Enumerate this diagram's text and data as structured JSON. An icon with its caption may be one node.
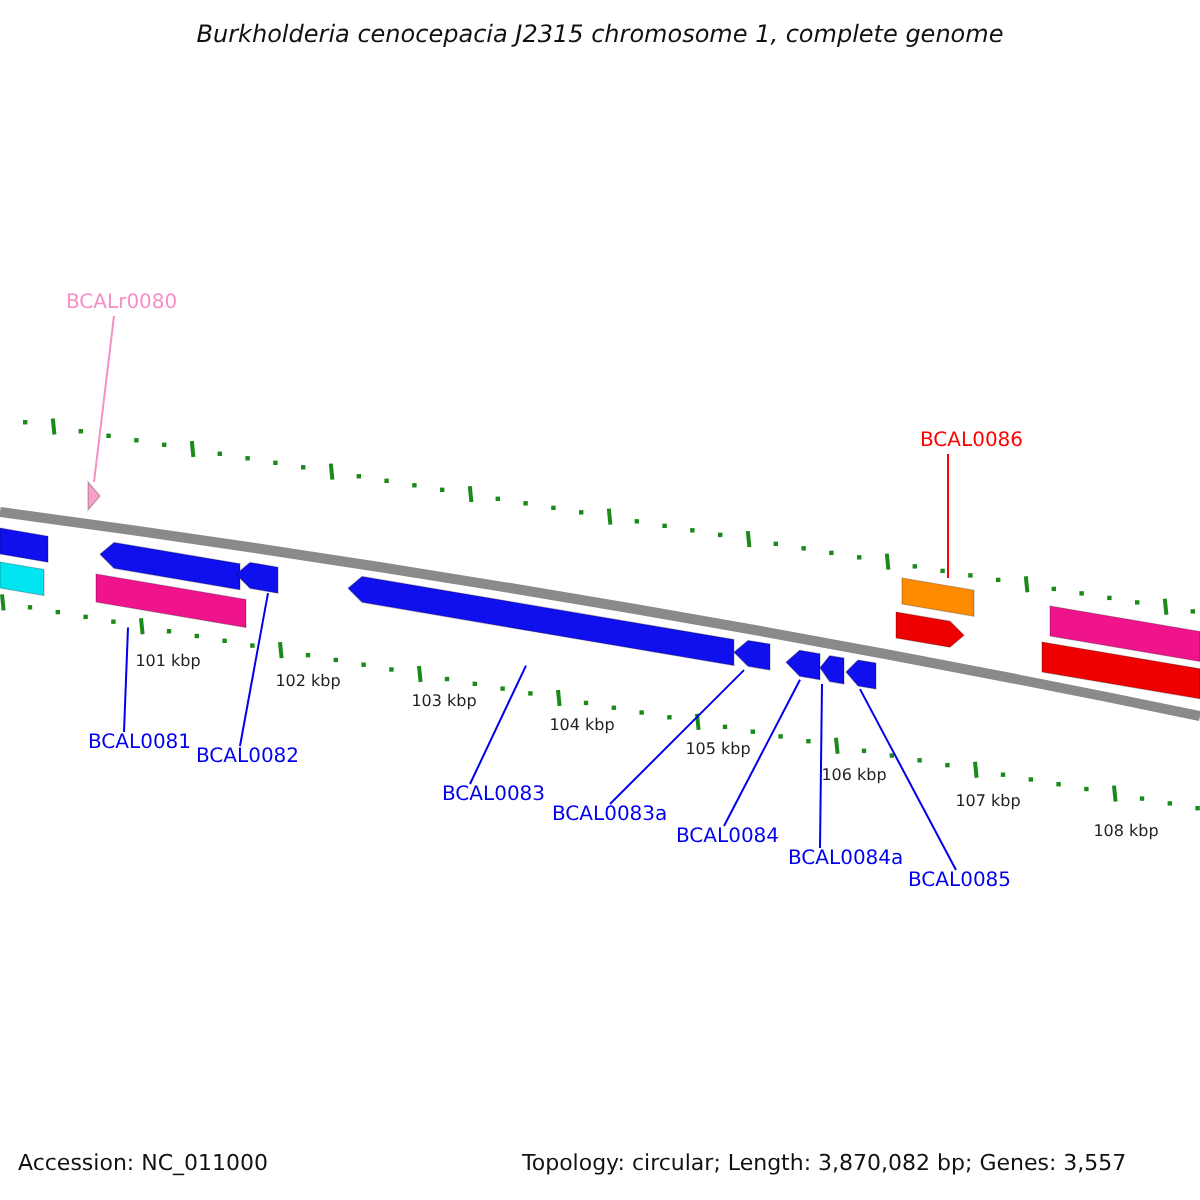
{
  "diagram": {
    "title": "Burkholderia cenocepacia J2315 chromosome 1, complete genome",
    "nodes": [
      {
        "text": [
          "BCALr0080"
        ]
      },
      {
        "text": [
          "BCAL0086"
        ]
      },
      {
        "text": [],
        "shape": "bar"
      },
      {
        "text": [],
        "shape": "bar"
      },
      {
        "text": [],
        "shape": "triangle"
      },
      {
        "text": [],
        "shape": "arrow"
      },
      {
        "text": [],
        "shape": "arrow"
      },
      {
        "text": [],
        "shape": "bar"
      },
      {
        "text": [],
        "shape": "arrow"
      },
      {
        "text": [],
        "shape": "arrow"
      },
      {
        "text": [],
        "shape": "arrow"
      },
      {
        "text": [],
        "shape": "arrow"
      },
      {
        "text": [],
        "shape": "arrow"
      },
      {
        "text": [],
        "shape": "bar"
      },
      {
        "text": [],
        "shape": "arrow"
      },
      {
        "text": [],
        "shape": "bar"
      },
      {
        "text": [],
        "shape": "bar"
      },
      {
        "text": [
          "BCAL0081"
        ]
      },
      {
        "text": [
          "BCAL0082"
        ]
      },
      {
        "text": [
          "BCAL0083"
        ]
      },
      {
        "text": [
          "BCAL0083a"
        ]
      },
      {
        "text": [
          "BCAL0084"
        ]
      },
      {
        "text": [
          "BCAL0084a"
        ]
      },
      {
        "text": [
          "BCAL0085"
        ]
      }
    ],
    "edges": [
      {
        "from": 0,
        "to": 4,
        "arrow": "none",
        "color": "#f58fc4"
      },
      {
        "from": 1,
        "to": 13,
        "arrow": "none",
        "color": "#ff0000"
      },
      {
        "from": 17,
        "to": 7,
        "arrow": "none"
      },
      {
        "from": 18,
        "to": 6,
        "arrow": "none"
      },
      {
        "from": 19,
        "to": 8,
        "arrow": "none"
      },
      {
        "from": 20,
        "to": 9,
        "arrow": "none"
      },
      {
        "from": 21,
        "to": 10,
        "arrow": "none"
      },
      {
        "from": 22,
        "to": 11,
        "arrow": "none"
      },
      {
        "from": 23,
        "to": 12,
        "arrow": "none"
      }
    ],
    "labels": [
      "101 kbp",
      "102 kbp",
      "103 kbp",
      "104 kbp",
      "105 kbp",
      "106 kbp",
      "107 kbp",
      "108 kbp",
      "Accession: NC_011000",
      "Topology: circular; Length: 3,870,082 bp; Genes: 3,557"
    ]
  }
}
